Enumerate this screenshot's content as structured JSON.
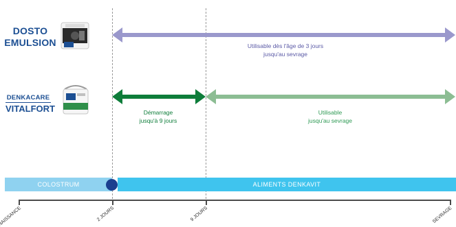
{
  "products": [
    {
      "line1": "DOSTO",
      "line2": "EMULSION"
    },
    {
      "line1": "DENKACARE",
      "line2": "VITALFORT"
    }
  ],
  "arrows": {
    "dosto": {
      "text_line1": "Utilisable dès l'âge de 3 jours",
      "text_line2": "jusqu'au sevrage",
      "color": "#9a98cc"
    },
    "vitalfort_start": {
      "text_line1": "Démarrage",
      "text_line2": "jusqu'à 9 jours",
      "color": "#0e7d3a"
    },
    "vitalfort_use": {
      "text_line1": "Utilisable",
      "text_line2": "jusqu'au sevrage",
      "color": "#8cbd93"
    }
  },
  "bars": {
    "colostrum": {
      "label": "COLOSTRUM",
      "color": "#8fd2f0"
    },
    "aliments": {
      "label": "ALIMENTS DENKAVIT",
      "color": "#3fc4ee"
    },
    "marker_color": "#1b3f8f"
  },
  "timeline_ticks": [
    "NAISSANCE",
    "2 JOURS",
    "9 JOURS",
    "SEVRAGE"
  ]
}
